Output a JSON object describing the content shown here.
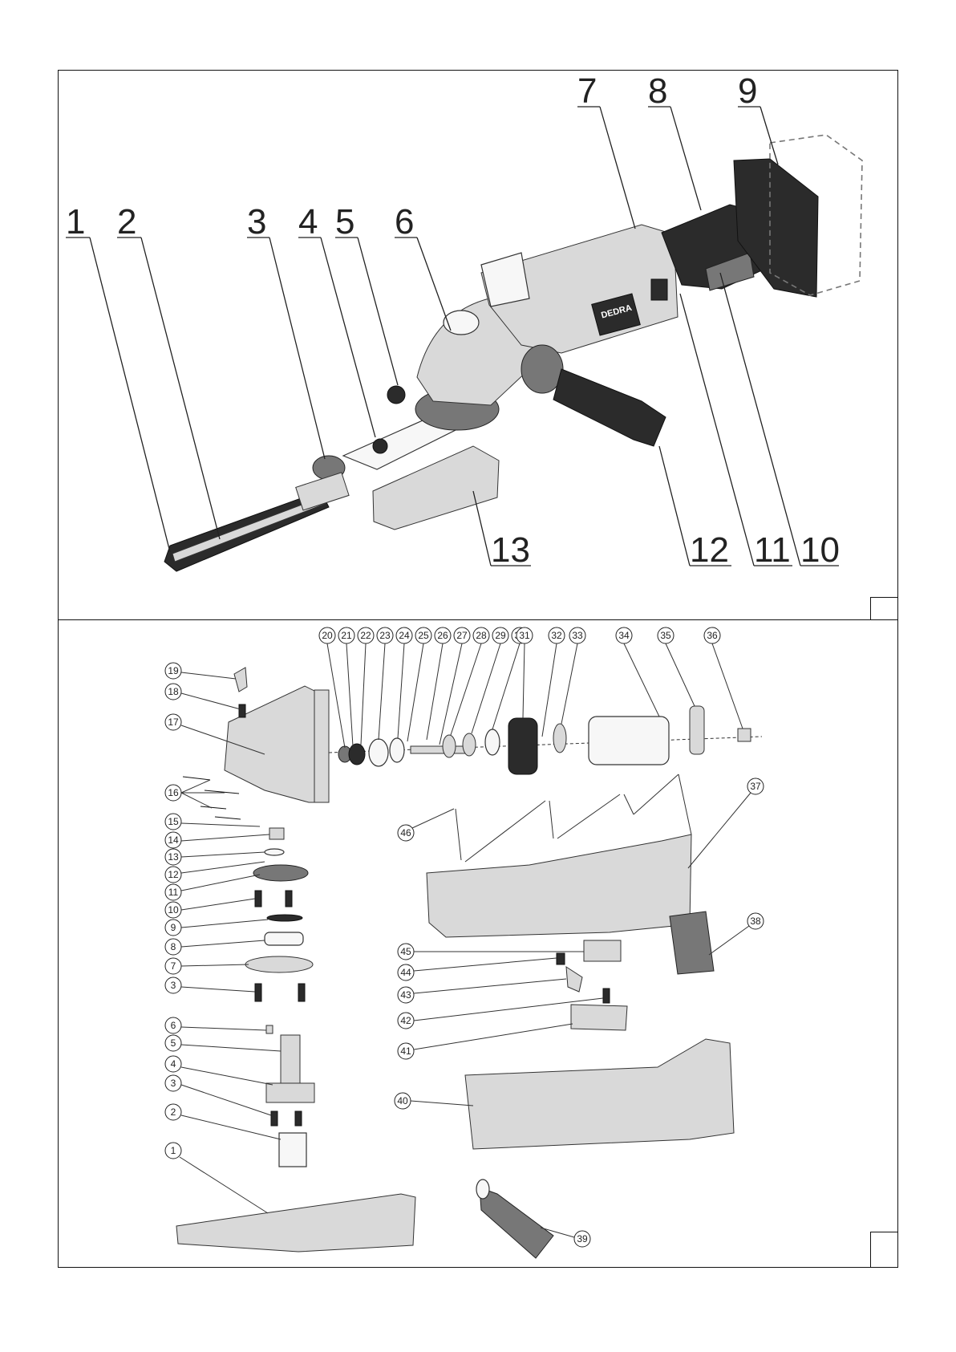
{
  "overview_labels": [
    {
      "id": "1",
      "text": "1"
    },
    {
      "id": "2",
      "text": "2"
    },
    {
      "id": "3",
      "text": "3"
    },
    {
      "id": "4",
      "text": "4"
    },
    {
      "id": "5",
      "text": "5"
    },
    {
      "id": "6",
      "text": "6"
    },
    {
      "id": "7",
      "text": "7"
    },
    {
      "id": "8",
      "text": "8"
    },
    {
      "id": "9",
      "text": "9"
    },
    {
      "id": "10",
      "text": "10"
    },
    {
      "id": "11",
      "text": "11"
    },
    {
      "id": "12",
      "text": "12"
    },
    {
      "id": "13",
      "text": "13"
    }
  ],
  "brand_logo_text": "DEDRA",
  "exploded_labels": {
    "top_row": [
      "20",
      "21",
      "22",
      "23",
      "24",
      "25",
      "26",
      "27",
      "28",
      "29",
      "30",
      "31",
      "32",
      "33",
      "34",
      "35",
      "36"
    ],
    "left_column": [
      "19",
      "18",
      "17",
      "16",
      "15",
      "14",
      "13",
      "12",
      "11",
      "10",
      "9",
      "8",
      "7",
      "3",
      "6",
      "5",
      "4",
      "3",
      "2",
      "1"
    ],
    "right_side": [
      "37",
      "38",
      "39",
      "40",
      "41",
      "42",
      "43",
      "44",
      "45",
      "46"
    ]
  }
}
